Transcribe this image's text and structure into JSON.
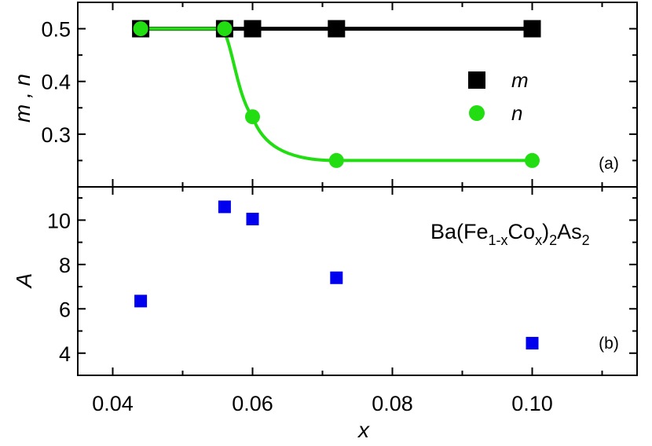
{
  "chart_data": [
    {
      "panel_label": "(a)",
      "type": "scatter",
      "xlabel": "x",
      "ylabel": "m , n",
      "xlim": [
        0.035,
        0.115
      ],
      "ylim": [
        0.2,
        0.55
      ],
      "yticks": [
        "0.3",
        "0.4",
        "0.5"
      ],
      "legend_position": "right",
      "series": [
        {
          "name": "m",
          "marker": "square",
          "color": "#000000",
          "line": "connected",
          "x": [
            0.044,
            0.056,
            0.06,
            0.072,
            0.1
          ],
          "y": [
            0.5,
            0.5,
            0.5,
            0.5,
            0.5
          ]
        },
        {
          "name": "n",
          "marker": "circle",
          "color": "#22dd11",
          "line": "smooth fit",
          "x": [
            0.044,
            0.056,
            0.06,
            0.072,
            0.1
          ],
          "y": [
            0.5,
            0.5,
            0.333,
            0.25,
            0.25
          ]
        }
      ]
    },
    {
      "panel_label": "(b)",
      "type": "scatter",
      "xlabel": "x",
      "ylabel": "A",
      "xlim": [
        0.035,
        0.115
      ],
      "ylim": [
        3,
        11.5
      ],
      "xticks": [
        "0.04",
        "0.06",
        "0.08",
        "0.10"
      ],
      "yticks": [
        "4",
        "6",
        "8",
        "10"
      ],
      "annotation": {
        "base": "Ba(Fe",
        "sub1": "1-x",
        "mid": "Co",
        "sub2": "x",
        "close": ")",
        "sub3": "2",
        "tail": "As",
        "sub4": "2"
      },
      "series": [
        {
          "marker": "square",
          "color": "#0000ee",
          "x": [
            0.044,
            0.056,
            0.06,
            0.072,
            0.1
          ],
          "y": [
            6.35,
            10.6,
            10.05,
            7.4,
            4.45
          ]
        }
      ]
    }
  ]
}
